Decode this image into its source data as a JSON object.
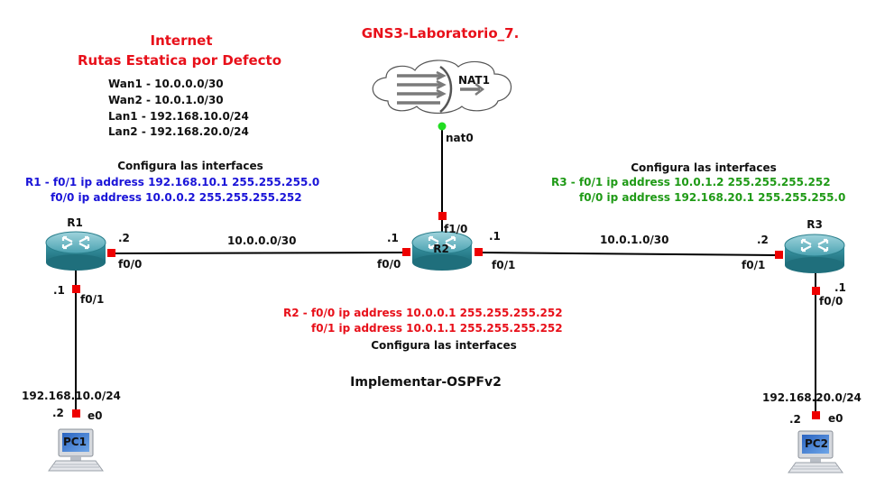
{
  "title": "GNS3-Laboratorio_7.",
  "internet_note": {
    "line1": "Internet",
    "line2": "Rutas Estatica por Defecto"
  },
  "networks": [
    "Wan1 - 10.0.0.0/30",
    "Wan2 - 10.0.1.0/30",
    "Lan1 - 192.168.10.0/24",
    "Lan2 - 192.168.20.0/24"
  ],
  "configura_heading": "Configura las interfaces",
  "r1_config": {
    "line1": "R1 - f0/1 ip address 192.168.10.1  255.255.255.0",
    "line2": "f0/0 ip  address 10.0.0.2  255.255.255.252"
  },
  "r2_config": {
    "line1": "R2 - f0/0 ip address 10.0.0.1  255.255.255.252",
    "line2": "f0/1 ip address 10.0.1.1  255.255.255.252"
  },
  "r3_config": {
    "line1": "R3 - f0/1 ip address 10.0.1.2  255.255.255.252",
    "line2": "f0/0 ip address 192.168.20.1  255.255.255.0"
  },
  "implementar": "Implementar-OSPFv2",
  "nodes": {
    "nat": "NAT1",
    "r1": "R1",
    "r2": "R2",
    "r3": "R3",
    "pc1": "PC1",
    "pc2": "PC2"
  },
  "interfaces": {
    "nat0": "nat0",
    "r2_f10": "f1/0",
    "r1_f00": "f0/0",
    "r1_f01": "f0/1",
    "r2_f00": "f0/0",
    "r2_f01": "f0/1",
    "r3_f01": "f0/1",
    "r3_f00": "f0/0",
    "pc1_e0": "e0",
    "pc2_e0": "e0"
  },
  "host_octets": {
    "r1_wan": ".2",
    "r2_wan1": ".1",
    "r2_wan2": ".1",
    "r3_wan": ".2",
    "r1_lan": ".1",
    "r3_lan": ".1",
    "pc1": ".2",
    "pc2": ".2"
  },
  "link_labels": {
    "wan1": "10.0.0.0/30",
    "wan2": "10.0.1.0/30",
    "lan1": "192.168.10.0/24",
    "lan2": "192.168.20.0/24"
  },
  "colors": {
    "red": "#e8101a",
    "blue": "#1a14d8",
    "green": "#1f9a16",
    "router_body": "#2f8d9c",
    "router_top": "#6fb8c4",
    "port": "#ee0000",
    "nat_dot": "#22dd22"
  }
}
